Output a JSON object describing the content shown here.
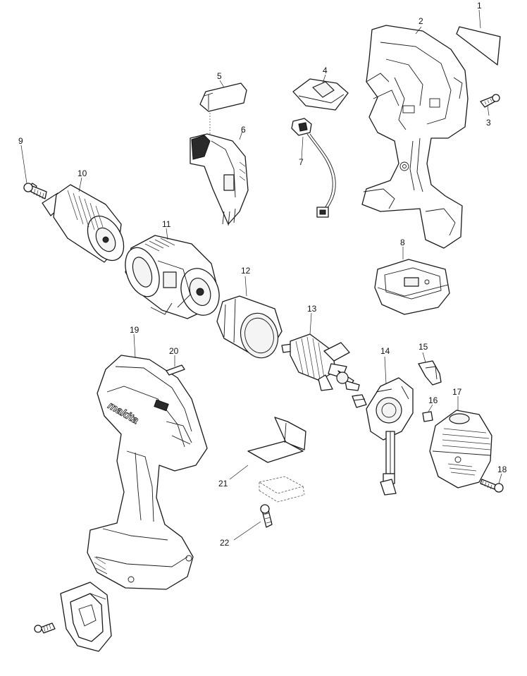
{
  "diagram": {
    "type": "exploded-parts-view",
    "brand_mark": "makita",
    "callouts": [
      "1",
      "2",
      "3",
      "4",
      "5",
      "6",
      "7",
      "8",
      "9",
      "10",
      "11",
      "12",
      "13",
      "14",
      "15",
      "16",
      "17",
      "18",
      "19",
      "20",
      "21",
      "22"
    ]
  }
}
